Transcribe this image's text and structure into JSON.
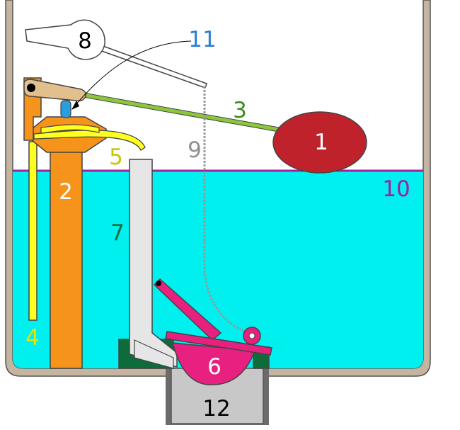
{
  "labels": {
    "float_ball": "1",
    "fill_valve": "2",
    "float_arm": "3",
    "refill_tube": "4",
    "fill_tube": "5",
    "flapper": "6",
    "overflow_tube": "7",
    "trip_lever": "8",
    "lift_chain": "9",
    "water_level": "10",
    "valve_plunger": "11",
    "flush_valve_outlet": "12"
  },
  "colors": {
    "tank_wall": "#c4b4a0",
    "water": "#00f0f0",
    "water_line": "#a020a0",
    "float_ball": "#c0222c",
    "fill_valve": "#f5931a",
    "float_arm": "#8cc63c",
    "valve_lever": "#e2c08d",
    "plunger": "#2a9de0",
    "refill_tube": "#ffff20",
    "overflow_tube": "#e6e6e6",
    "flapper": "#e82080",
    "seat_base": "#0e6b3a",
    "outlet": "#c8c8c8",
    "chain": "#999999",
    "handle": "#ffffff",
    "label_11": "#2a7fd4",
    "label_3": "#3c8c1e",
    "label_5": "#c8c800",
    "label_7": "#1a6e3a",
    "label_9": "#909090",
    "label_10": "#a020a0",
    "label_4": "#e6e600"
  }
}
